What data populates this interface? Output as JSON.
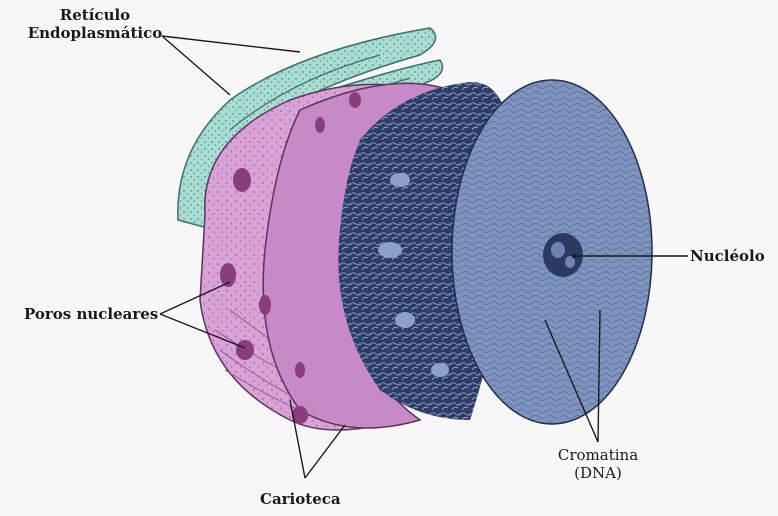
{
  "diagram": {
    "labels": {
      "reticulo_line1": "Retículo",
      "reticulo_line2": "Endoplasmático",
      "poros": "Poros nucleares",
      "nucleolo": "Nucléolo",
      "cromatina_line1": "Cromatina",
      "cromatina_line2": "(DNA)",
      "carioteca": "Carioteca"
    },
    "colors": {
      "background": "#f7f7f7",
      "reticulum": "#a9dcd2",
      "reticulum_dark": "#6fb3a8",
      "envelope_outer": "#d9a2d6",
      "envelope_inner": "#c78ac6",
      "pore": "#8a3d7c",
      "nucleus_dark": "#2e3d66",
      "nucleus_face": "#7e93bd",
      "nucleolus": "#2c3a63",
      "ink": "#1a1a1a"
    }
  }
}
